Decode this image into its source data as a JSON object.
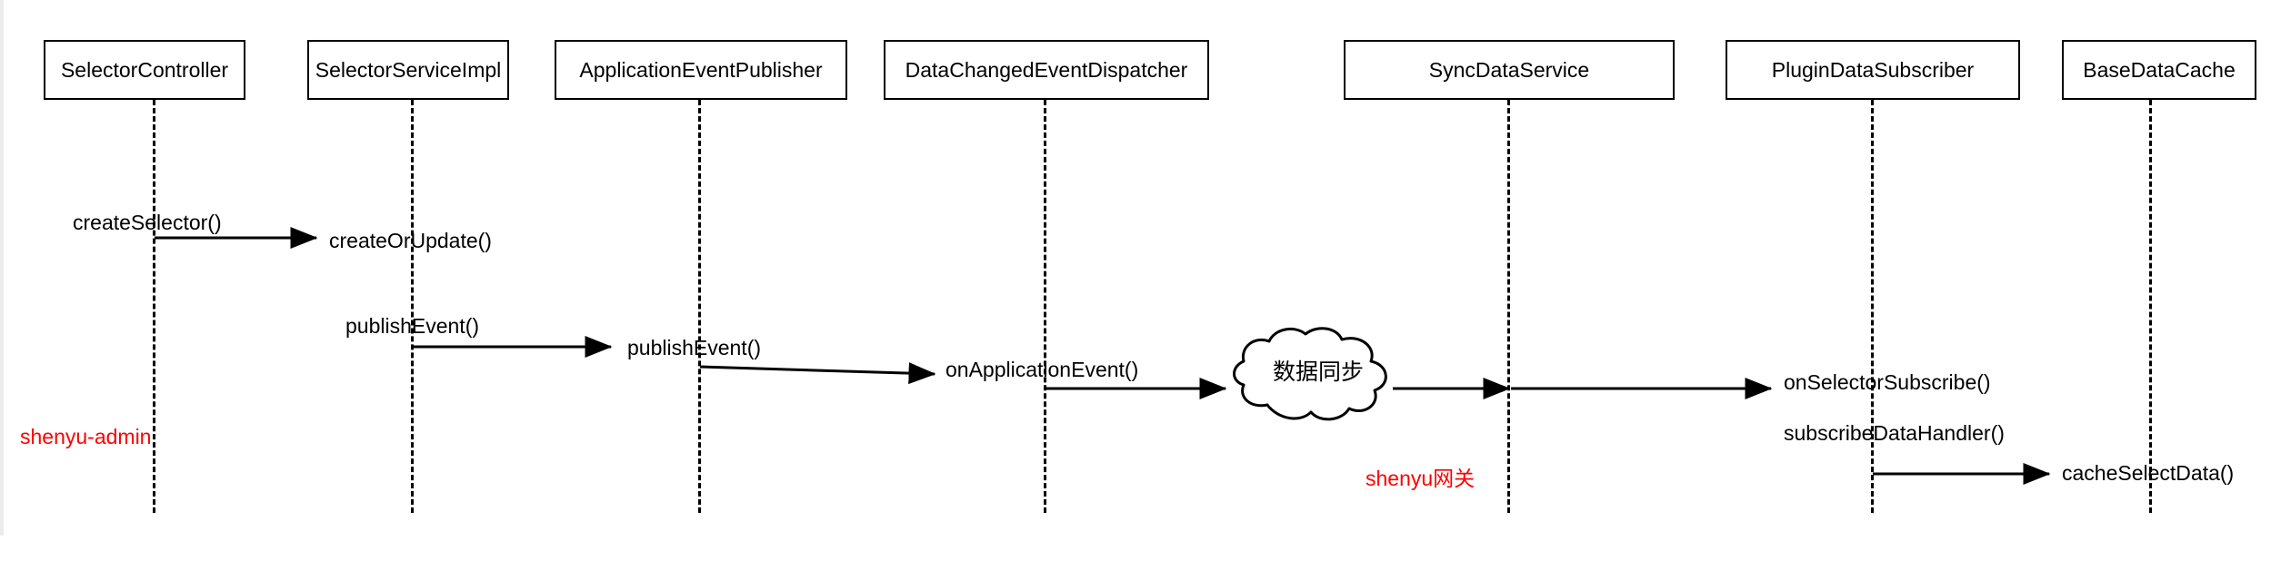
{
  "diagram": {
    "type": "uml-sequence-diagram",
    "background_color": "#ffffff",
    "line_color": "#000000",
    "accent_color": "#ff0000"
  },
  "participants": [
    {
      "id": "selector-controller",
      "label": "SelectorController"
    },
    {
      "id": "selector-service-impl",
      "label": "SelectorServiceImpl"
    },
    {
      "id": "application-event-publisher",
      "label": "ApplicationEventPublisher"
    },
    {
      "id": "data-changed-event-dispatcher",
      "label": "DataChangedEventDispatcher"
    },
    {
      "id": "sync-data-service",
      "label": "SyncDataService"
    },
    {
      "id": "plugin-data-subscriber",
      "label": "PluginDataSubscriber"
    },
    {
      "id": "base-data-cache",
      "label": "BaseDataCache"
    }
  ],
  "messages": [
    {
      "id": "create-selector",
      "label": "createSelector()"
    },
    {
      "id": "create-or-update",
      "label": "createOrUpdate()"
    },
    {
      "id": "publish-event-1",
      "label": "publishEvent()"
    },
    {
      "id": "publish-event-2",
      "label": "publishEvent()"
    },
    {
      "id": "on-application-event",
      "label": "onApplicationEvent()"
    },
    {
      "id": "on-selector-subscribe",
      "label": "onSelectorSubscribe()"
    },
    {
      "id": "subscribe-data-handler",
      "label": "subscribeDataHandler()"
    },
    {
      "id": "cache-select-data",
      "label": "cacheSelectData()"
    }
  ],
  "cloud": {
    "label": "数据同步"
  },
  "regions": [
    {
      "id": "shenyu-admin",
      "label": "shenyu-admin",
      "color": "#ff0000"
    },
    {
      "id": "shenyu-gateway",
      "label": "shenyu网关",
      "color": "#ff0000"
    }
  ]
}
